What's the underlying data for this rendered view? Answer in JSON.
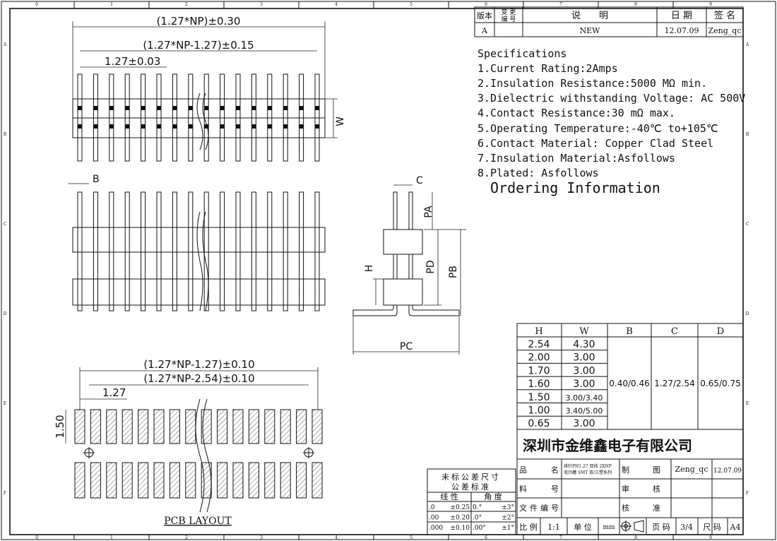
{
  "frame": {
    "col_numbers": [
      "0",
      "1",
      "2",
      "3",
      "4",
      "5",
      "6",
      "7",
      "8",
      "9"
    ],
    "row_letters": [
      "A",
      "B",
      "C",
      "D",
      "E",
      "F"
    ]
  },
  "revision_table": {
    "headers": [
      "版本",
      "变 更",
      "编 号",
      "说　　明",
      "日 期",
      "签 名"
    ],
    "row": {
      "version": "A",
      "change_no": "",
      "description": "NEW",
      "date": "12.07.09",
      "signer": "Zeng_qc"
    }
  },
  "specifications": {
    "title": "Specifications",
    "items": [
      "1.Current Rating:2Amps",
      "2.Insulation Resistance:5000 MΩ min.",
      "3.Dielectric withstanding Voltage: AC 500V",
      "4.Contact Resistance:30 mΩ max.",
      "5.Operating Temperature:-40℃ to+105℃",
      "6.Contact Material: Copper Clad Steel",
      "7.Insulation Material:Asfollows",
      "8.Plated: Asfollows"
    ],
    "ordering_title": "Ordering Information"
  },
  "top_view": {
    "dim_total": "(1.27*NP)±0.30",
    "dim_span": "(1.27*NP-1.27)±0.15",
    "dim_pitch": "1.27±0.03",
    "dim_w": "W"
  },
  "front_view": {
    "dim_b": "B"
  },
  "side_view": {
    "dim_c": "C",
    "dim_pa": "PA",
    "dim_pd": "PD",
    "dim_pb": "PB",
    "dim_h": "H",
    "dim_pc": "PC"
  },
  "pcb_layout": {
    "dim_span": "(1.27*NP-1.27)±0.10",
    "dim_inner": "(1.27*NP-2.54)±0.10",
    "dim_pitch": "1.27",
    "dim_height": "1.50",
    "title": "PCB LAYOUT"
  },
  "dimension_table": {
    "headers": [
      "H",
      "W",
      "B",
      "C",
      "D"
    ],
    "rows": [
      {
        "h": "2.54",
        "w": "4.30"
      },
      {
        "h": "2.00",
        "w": "3.00"
      },
      {
        "h": "1.70",
        "w": "3.00"
      },
      {
        "h": "1.60",
        "w": "3.00"
      },
      {
        "h": "1.50",
        "w": "3.00/3.40"
      },
      {
        "h": "1.00",
        "w": "3.40/5.00"
      },
      {
        "h": "0.65",
        "w": "3.00"
      }
    ],
    "b_value": "0.40/0.46",
    "c_value": "1.27/2.54",
    "d_value": "0.65/0.75"
  },
  "tolerance_table": {
    "title": "未标公差尺寸",
    "subtitle": "公差标准",
    "col_linear": "线 性",
    "col_angle": "角 度",
    "rows": [
      {
        "lin": ".0",
        "lin_tol": "±0.25",
        "ang": "0.°",
        "ang_tol": "±3°"
      },
      {
        "lin": ".00",
        "lin_tol": "±0.20",
        "ang": ".0°",
        "ang_tol": "±2°"
      },
      {
        "lin": ".000",
        "lin_tol": "±0.10",
        "ang": ".00°",
        "ang_tol": "±1°"
      }
    ]
  },
  "title_block": {
    "company": "深圳市金维鑫电子有限公司",
    "product_label": "品　　名",
    "product_name_1": "排针PH1.27 双排 2XNP",
    "product_name_2": "弯凹槽 SMT 双/三塑系列",
    "part_no_label": "料　　号",
    "part_no": "",
    "doc_no_label": "文件编号",
    "drawn_label": "制　　图",
    "drawn_by": "Zeng_qc",
    "drawn_date": "12.07.09",
    "checked_label": "审　　核",
    "approved_label": "核　　准",
    "scale_label": "比 例",
    "scale": "1:1",
    "unit_label": "单 位",
    "unit": "mm",
    "page_label": "页 码",
    "page": "3/4",
    "size_label": "尺 码",
    "size": "A4"
  }
}
